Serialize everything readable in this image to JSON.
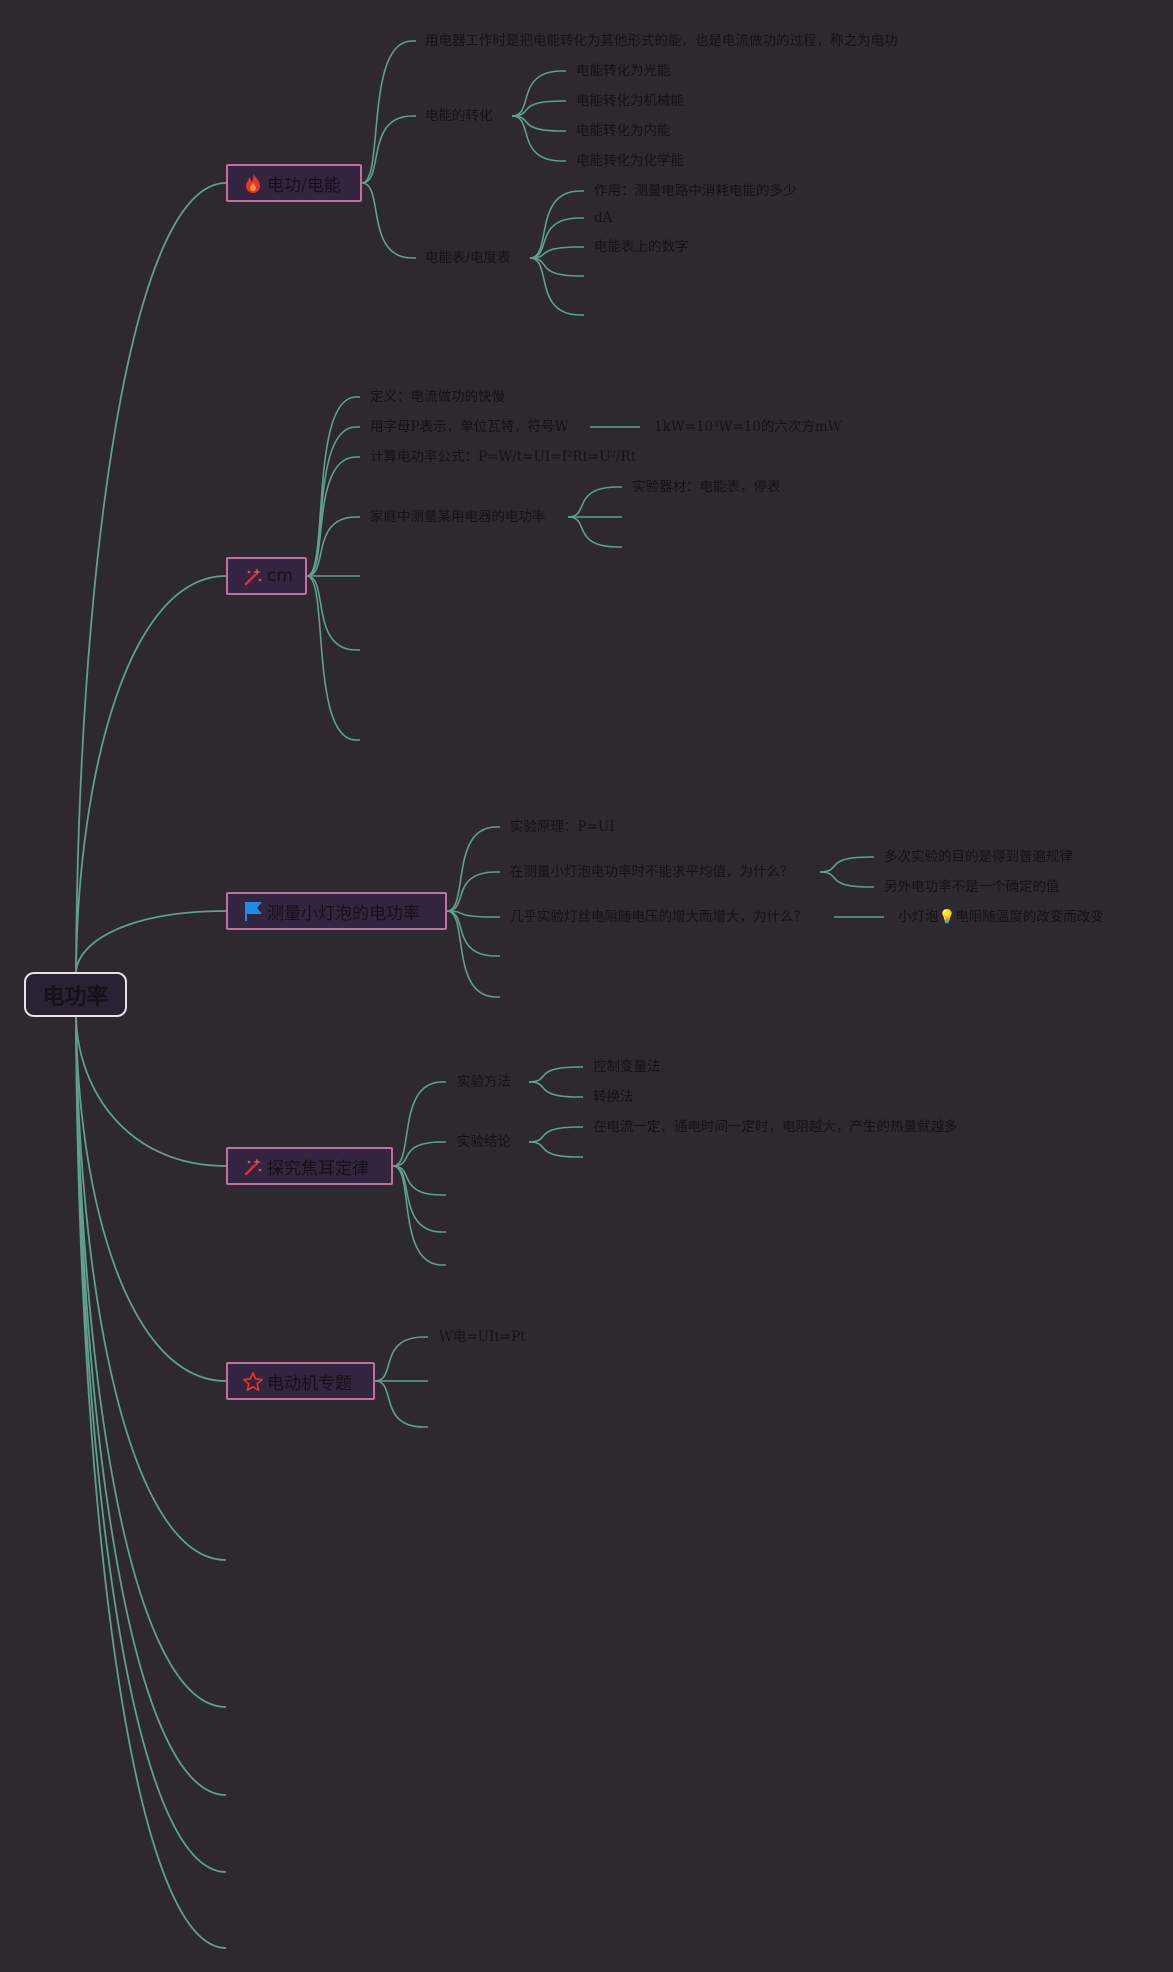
{
  "root": {
    "title": "电功率"
  },
  "colors": {
    "background": "#2e2930",
    "connector": "#5e9f92",
    "branch_border": "#c36f9e",
    "branch_fill": "#33243f",
    "root_border": "#e8e1e8",
    "text": "#161018"
  },
  "branches": [
    {
      "title": "电功/电能",
      "icon": "fire-icon",
      "children": [
        {
          "text": "用电器工作时是把电能转化为其他形式的能，也是电流做功的过程，称之为电功"
        },
        {
          "text": "电能的转化",
          "children": [
            "电能转化为光能",
            "电能转化为机械能",
            "电能转化为内能",
            "电能转化为化学能"
          ]
        },
        {
          "text": "电能表/电度表",
          "children": [
            "作用：测量电路中消耗电能的多少",
            "dA",
            "电能表上的数字",
            "",
            ""
          ]
        }
      ]
    },
    {
      "title": "cm",
      "icon": "sparkle-icon",
      "children": [
        {
          "text": "定义：电流做功的快慢"
        },
        {
          "text": "用字母P表示，单位瓦特，符号W",
          "children": [
            "1kW=10³W=10的六次方mW"
          ]
        },
        {
          "text": "计算电功率公式：P=W/t=UI=I²Rt=U²/Rt"
        },
        {
          "text": "家庭中测量某用电器的电功率",
          "children": [
            "实验器材：电能表，停表",
            "",
            ""
          ]
        },
        {
          "text": ""
        },
        {
          "text": ""
        },
        {
          "text": ""
        }
      ]
    },
    {
      "title": "测量小灯泡的电功率",
      "icon": "flag-icon",
      "children": [
        {
          "text": "实验原理：P=UI"
        },
        {
          "text": "在测量小灯泡电功率时不能求平均值，为什么？",
          "children": [
            "多次实验的目的是得到普遍规律",
            "另外电功率不是一个确定的值"
          ]
        },
        {
          "text": "几乎实验灯丝电阻随电压的增大而增大，为什么？",
          "children": [
            "小灯泡💡电阻随温度的改变而改变"
          ]
        },
        {
          "text": ""
        },
        {
          "text": ""
        }
      ]
    },
    {
      "title": "探究焦耳定律",
      "icon": "sparkle-icon",
      "children": [
        {
          "text": "实验方法",
          "children": [
            "控制变量法",
            "转换法"
          ]
        },
        {
          "text": "实验结论",
          "children": [
            "在电流一定、通电时间一定时，电阻越大，产生的热量就越多",
            ""
          ]
        },
        {
          "text": ""
        },
        {
          "text": ""
        },
        {
          "text": ""
        }
      ]
    },
    {
      "title": "电动机专题",
      "icon": "star-icon",
      "children": [
        {
          "text": "W电=UIt=Pt"
        },
        {
          "text": ""
        },
        {
          "text": ""
        }
      ]
    },
    {
      "title": "",
      "children": []
    },
    {
      "title": "",
      "children": []
    },
    {
      "title": "",
      "children": []
    },
    {
      "title": "",
      "children": []
    },
    {
      "title": "",
      "children": []
    }
  ]
}
